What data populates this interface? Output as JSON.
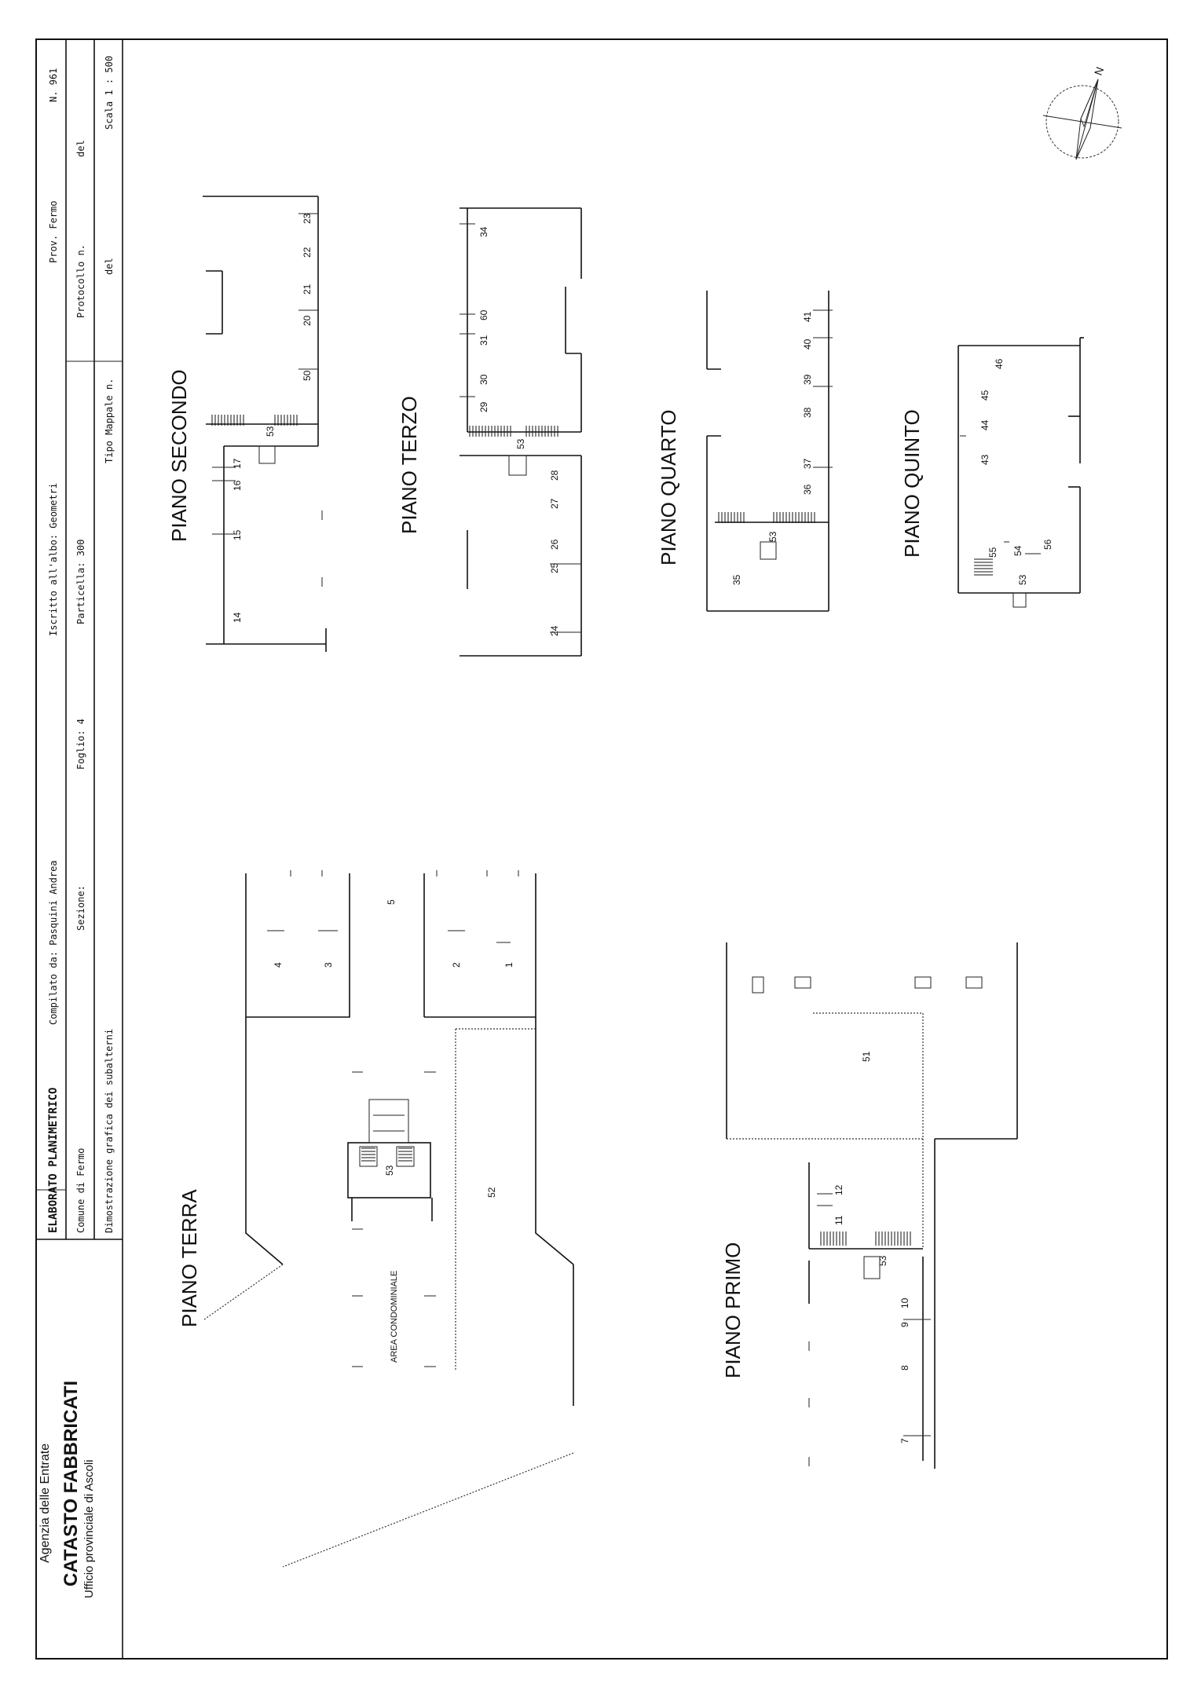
{
  "header": {
    "agency_line1": "Agenzia delle Entrate",
    "agency_line2": "CATASTO FABBRICATI",
    "office_label": "Ufficio provinciale di",
    "office_city": "Ascoli",
    "doc_type": "ELABORATO PLANIMETRICO",
    "compiled_by": "Compilato da: Pasquini Andrea",
    "registered": "Iscritto all'albo: Geometri",
    "province": "Prov. Fermo",
    "number": "N. 961",
    "municipality": "Comune di Fermo",
    "section": "Sezione:",
    "sheet": "Foglio: 4",
    "parcel": "Particella: 300",
    "protocol": "Protocollo n.",
    "protocol_del": "del",
    "description": "Dimostrazione grafica dei subalterni",
    "tipo_mappale": "Tipo Mappale n.",
    "tipo_del": "del",
    "scale": "Scala 1 : 500"
  },
  "compass": {
    "north_label": "N"
  },
  "floors": {
    "terra": "PIANO TERRA",
    "primo": "PIANO PRIMO",
    "secondo": "PIANO SECONDO",
    "terzo": "PIANO TERZO",
    "quarto": "PIANO QUARTO",
    "quinto": "PIANO QUINTO"
  },
  "labels": {
    "area_condominiale": "AREA CONDOMINIALE",
    "sub_1": "1",
    "sub_2": "2",
    "sub_3": "3",
    "sub_4": "4",
    "sub_5": "5",
    "sub_52": "52",
    "sub_53_terra": "53",
    "sub_7": "7",
    "sub_8": "8",
    "sub_9": "9",
    "sub_10": "10",
    "sub_11": "11",
    "sub_12": "12",
    "sub_51": "51",
    "sub_53_primo": "53",
    "sub_14": "14",
    "sub_15": "15",
    "sub_16": "16",
    "sub_17": "17",
    "sub_20": "20",
    "sub_21": "21",
    "sub_22": "22",
    "sub_23": "23",
    "sub_50": "50",
    "sub_53_secondo": "53",
    "sub_24": "24",
    "sub_25": "25",
    "sub_26": "26",
    "sub_27": "27",
    "sub_28": "28",
    "sub_29": "29",
    "sub_30": "30",
    "sub_31": "31",
    "sub_60": "60",
    "sub_34": "34",
    "sub_53_terzo": "53",
    "sub_35": "35",
    "sub_36": "36",
    "sub_37": "37",
    "sub_38": "38",
    "sub_39": "39",
    "sub_40": "40",
    "sub_41": "41",
    "sub_53_quarto": "53",
    "sub_43": "43",
    "sub_44": "44",
    "sub_45": "45",
    "sub_46": "46",
    "sub_55": "55",
    "sub_54": "54",
    "sub_56": "56",
    "sub_53_quinto": "53"
  }
}
